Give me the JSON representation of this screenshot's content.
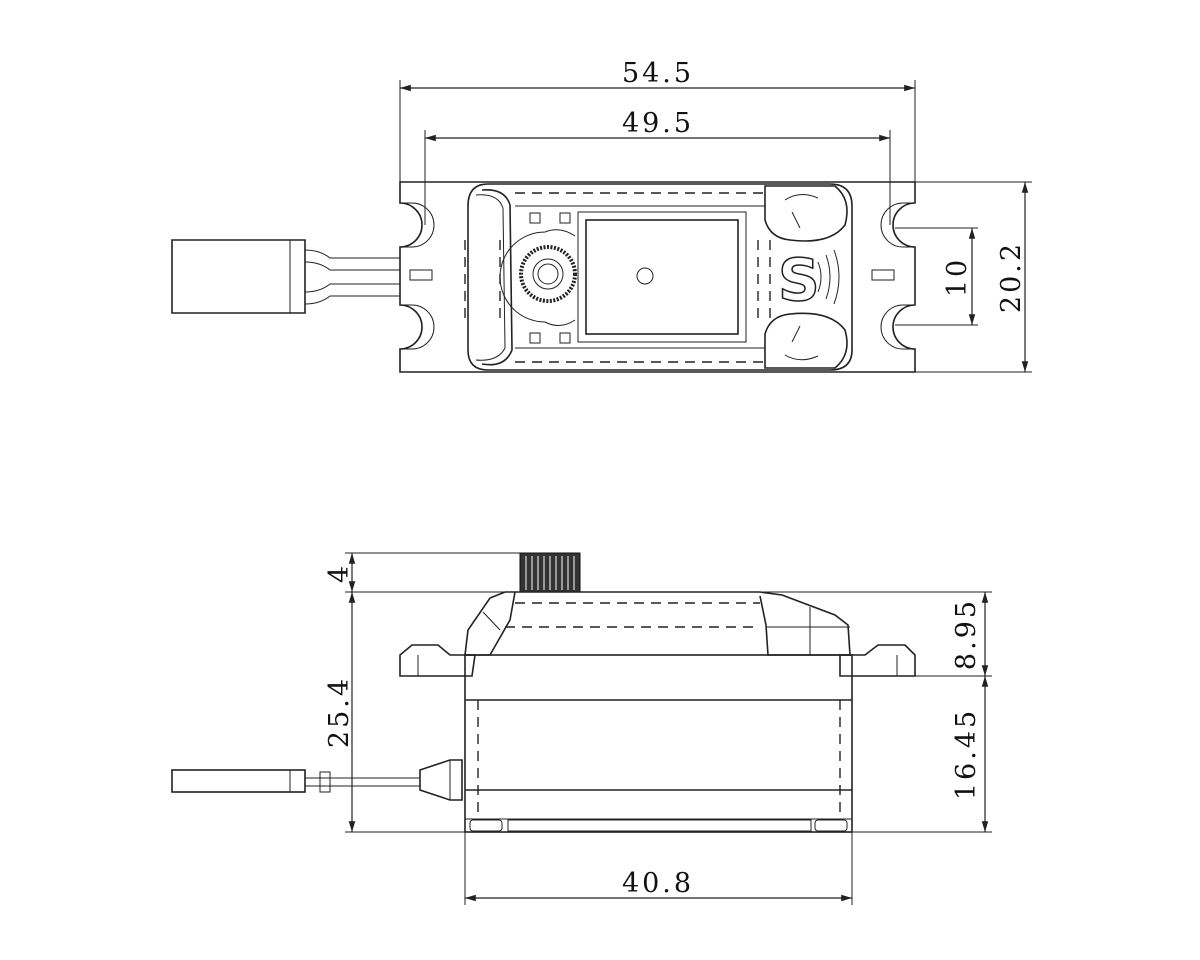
{
  "dimensions": {
    "overall_length": "54.5",
    "hole_spacing_length": "49.5",
    "width": "20.2",
    "hole_spacing_width": "10",
    "spline_height": "4",
    "total_height": "25.4",
    "upper_height": "8.95",
    "lower_height": "16.45",
    "body_length": "40.8"
  },
  "logo_text": "S",
  "colors": {
    "line": "#222222",
    "background": "#ffffff"
  }
}
